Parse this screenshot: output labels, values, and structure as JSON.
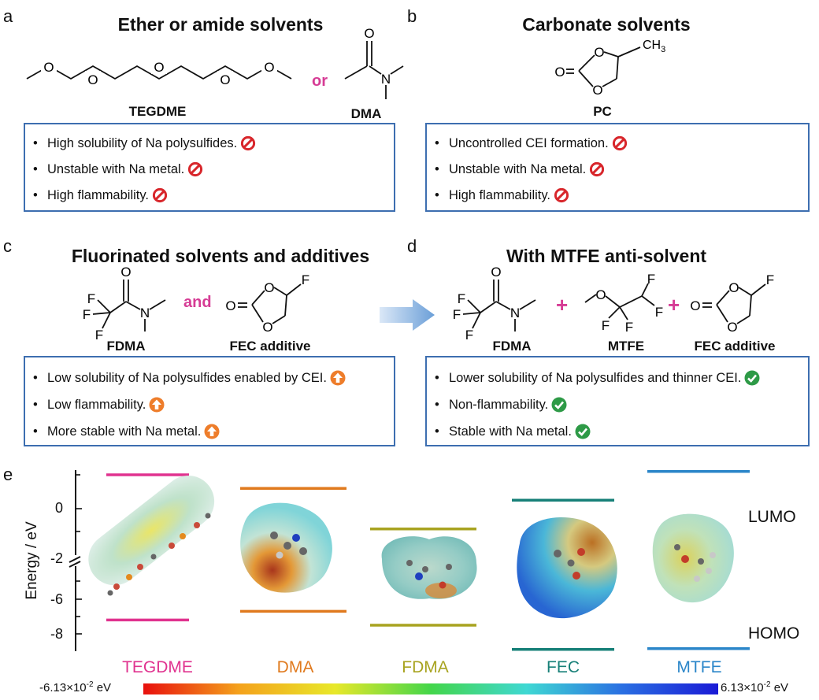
{
  "panels": {
    "a": {
      "letter": "a",
      "title": "Ether or amide solvents",
      "molecules": [
        "TEGDME",
        "DMA"
      ],
      "join": "or",
      "bullets": [
        "High solubility of Na polysulfides.",
        "Unstable with Na metal.",
        "High flammability."
      ],
      "badge": "prohibited-icon"
    },
    "b": {
      "letter": "b",
      "title": "Carbonate solvents",
      "molecules": [
        "PC"
      ],
      "bullets": [
        "Uncontrolled CEI formation.",
        "Unstable with Na metal.",
        "High flammability."
      ],
      "badge": "prohibited-icon"
    },
    "c": {
      "letter": "c",
      "title": "Fluorinated solvents and additives",
      "molecules": [
        "FDMA",
        "FEC additive"
      ],
      "join": "and",
      "bullets": [
        "Low solubility of Na polysulfides enabled by CEI.",
        "Low flammability.",
        "More stable with Na metal."
      ],
      "badge": "up-arrow-icon"
    },
    "d": {
      "letter": "d",
      "title": "With MTFE anti-solvent",
      "molecules": [
        "FDMA",
        "MTFE",
        "FEC additive"
      ],
      "plus": "+",
      "bullets": [
        "Lower solubility of Na polysulfides and thinner CEI.",
        "Non-flammability.",
        "Stable with Na metal."
      ],
      "badge": "check-icon"
    }
  },
  "atoms": {
    "O": "O",
    "N": "N",
    "F": "F",
    "CH3": "CH",
    "CH3_sub": "3"
  },
  "panel_e": {
    "letter": "e",
    "ylabel": "Energy / eV",
    "yticks": [
      "0",
      "-2",
      "-6",
      "-8"
    ],
    "lumo_label": "LUMO",
    "homo_label": "HOMO",
    "colorbar_min": "-6.13×10",
    "colorbar_max": "6.13×10",
    "colorbar_exp": "-2",
    "colorbar_unit": " eV",
    "colors": {
      "TEGDME": "#e0338f",
      "DMA": "#e07a1e",
      "FDMA": "#a8a320",
      "FEC": "#178078",
      "MTFE": "#2b86c9"
    },
    "levels": [
      {
        "name": "TEGDME",
        "lumo": 1.0,
        "homo": -7.2
      },
      {
        "name": "DMA",
        "lumo": 0.6,
        "homo": -6.7
      },
      {
        "name": "FDMA",
        "lumo": -0.6,
        "homo": -7.5
      },
      {
        "name": "FEC",
        "lumo": 0.25,
        "homo": -8.9
      },
      {
        "name": "MTFE",
        "lumo": 1.1,
        "homo": -8.85
      }
    ]
  }
}
